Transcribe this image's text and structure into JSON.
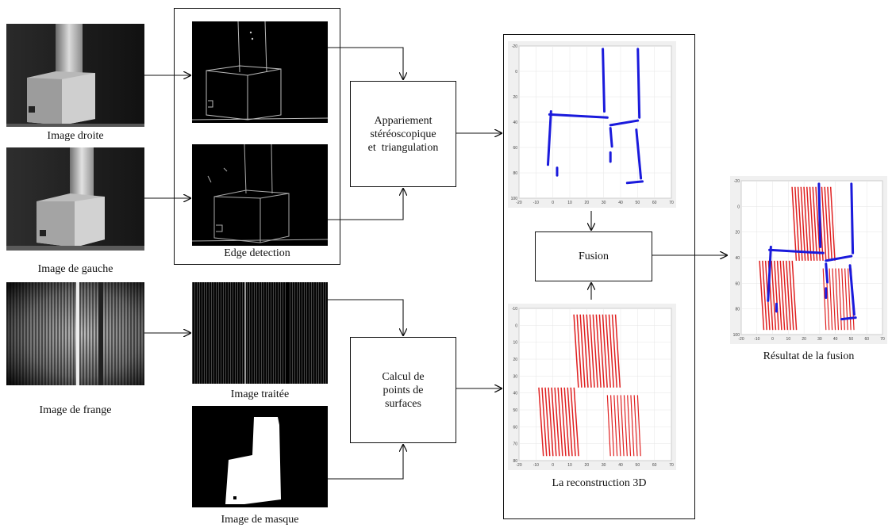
{
  "inputs": {
    "right_image_label": "Image droite",
    "left_image_label": "Image de gauche",
    "fringe_image_label": "Image de frange"
  },
  "edge": {
    "frame_label": "Edge detection"
  },
  "fringe_outputs": {
    "processed_label": "Image traitée",
    "mask_label": "Image de masque"
  },
  "process": {
    "stereo_lines": [
      "Appariement",
      "stéréoscopique",
      "et  triangulation"
    ],
    "surface_lines": [
      "Calcul de",
      "points de",
      "surfaces"
    ],
    "fusion": "Fusion"
  },
  "reconstruction": {
    "frame_label": "La reconstruction 3D"
  },
  "result": {
    "label": "Résultat de la fusion"
  },
  "plots": {
    "stereo_y_ticks": [
      "-20",
      "0",
      "20",
      "40",
      "60",
      "80",
      "100"
    ],
    "stereo_x_ticks": [
      "-20",
      "-10",
      "0",
      "10",
      "20",
      "30",
      "40",
      "50",
      "60",
      "70"
    ],
    "surface_y_ticks": [
      "-10",
      "0",
      "10",
      "20",
      "30",
      "40",
      "50",
      "60",
      "70",
      "80"
    ],
    "surface_x_ticks": [
      "-20",
      "-10",
      "0",
      "10",
      "20",
      "30",
      "40",
      "50",
      "60",
      "70"
    ],
    "fusion_y_ticks": [
      "-20",
      "0",
      "20",
      "40",
      "60",
      "80",
      "100"
    ],
    "fusion_x_ticks": [
      "-20",
      "-10",
      "0",
      "10",
      "20",
      "30",
      "40",
      "50",
      "60",
      "70"
    ]
  },
  "colors": {
    "stereo_points": "#1a1adc",
    "surface_points": "#e02020",
    "photo_bg": "#0a0a0a"
  }
}
